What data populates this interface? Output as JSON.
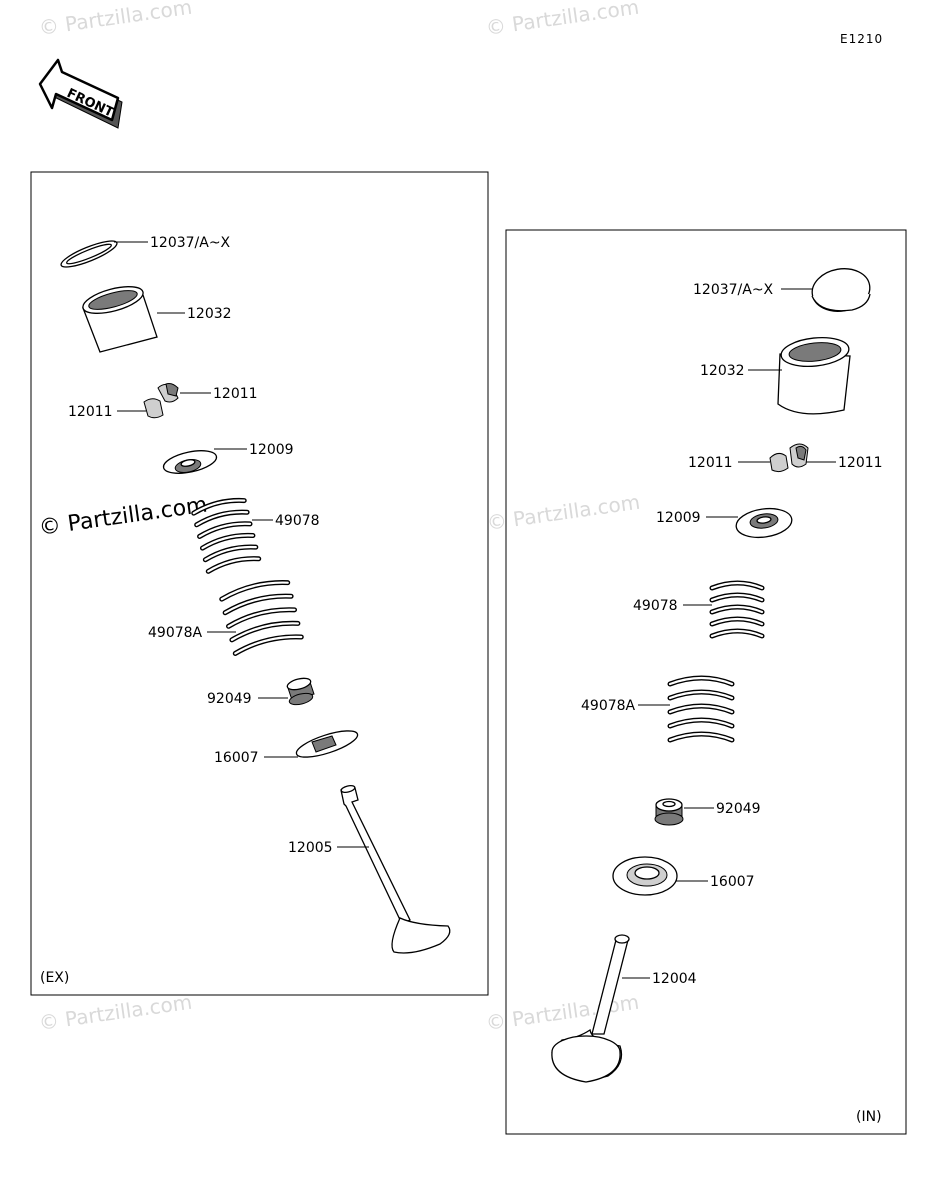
{
  "diagram_code": "E1210",
  "front_label": "FRONT",
  "watermark": "© Partzilla.com",
  "panels": {
    "exhaust": {
      "tag": "(EX)",
      "labels": {
        "shim": "12037/A~X",
        "lifter": "12032",
        "keeper_right": "12011",
        "keeper_left": "12011",
        "retainer": "12009",
        "inner_spring": "49078",
        "outer_spring": "49078A",
        "stem_seal": "92049",
        "spring_seat": "16007",
        "valve": "12005"
      }
    },
    "intake": {
      "tag": "(IN)",
      "labels": {
        "shim": "12037/A~X",
        "lifter": "12032",
        "keeper_left": "12011",
        "keeper_right": "12011",
        "retainer": "12009",
        "inner_spring": "49078",
        "outer_spring": "49078A",
        "stem_seal": "92049",
        "spring_seat": "16007",
        "valve": "12004"
      }
    }
  }
}
